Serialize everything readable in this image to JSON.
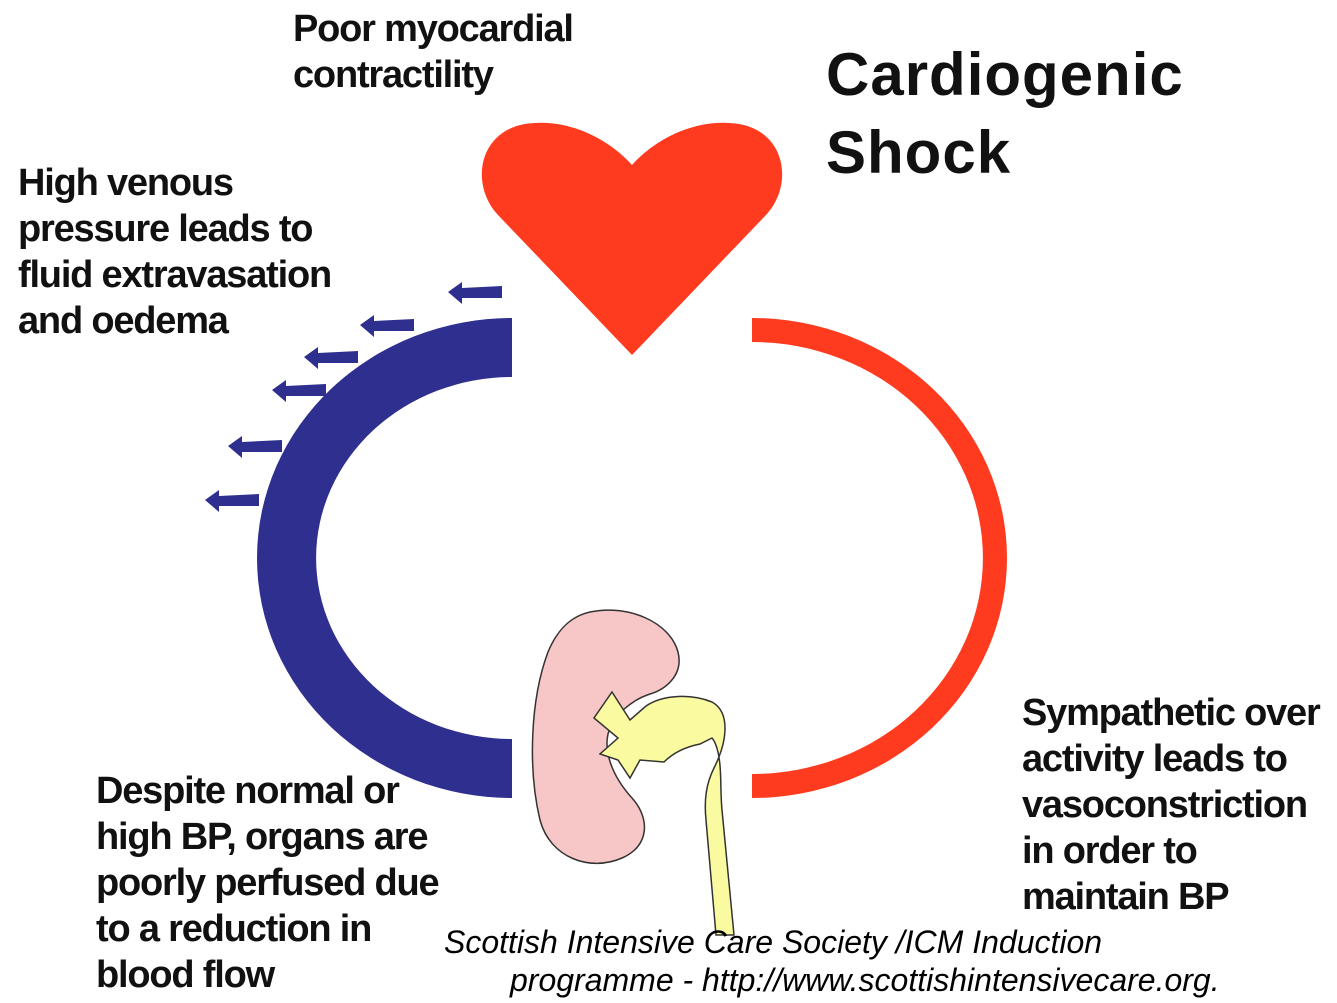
{
  "title": "Cardiogenic\nShock",
  "labels": {
    "heart_label": "Poor myocardial\ncontractility",
    "venous_label": "High venous\npressure leads to\nfluid extravasation\nand oedema",
    "organs_label": "Despite normal or\nhigh BP, organs are\npoorly perfused due\nto a reduction in\nblood flow",
    "sympathetic_label": "Sympathetic over\nactivity leads to\nvasoconstriction\nin order to\nmaintain BP"
  },
  "credit": {
    "line1": "Scottish Intensive Care Society /ICM Induction",
    "line2": "programme - http://www.scottishintensivecare.org."
  },
  "colors": {
    "heart": "#ff3b1f",
    "arterial": "#ff3b1f",
    "venous": "#2f2f8f",
    "kidney": "#f7c6c6",
    "ureter": "#fafaa0",
    "outline": "#333333"
  }
}
